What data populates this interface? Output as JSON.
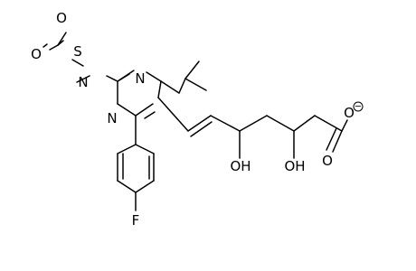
{
  "atoms": {
    "O_s1": "O",
    "S": "S",
    "O_s2": "O",
    "N_sulf": "N",
    "N_ring3": "N",
    "N_ring1": "N",
    "OH_5": "OH",
    "OH_3": "OH",
    "O_carbonyl": "O",
    "O_anion": "O",
    "F": "F"
  },
  "charges": {
    "O_anion": "−"
  }
}
